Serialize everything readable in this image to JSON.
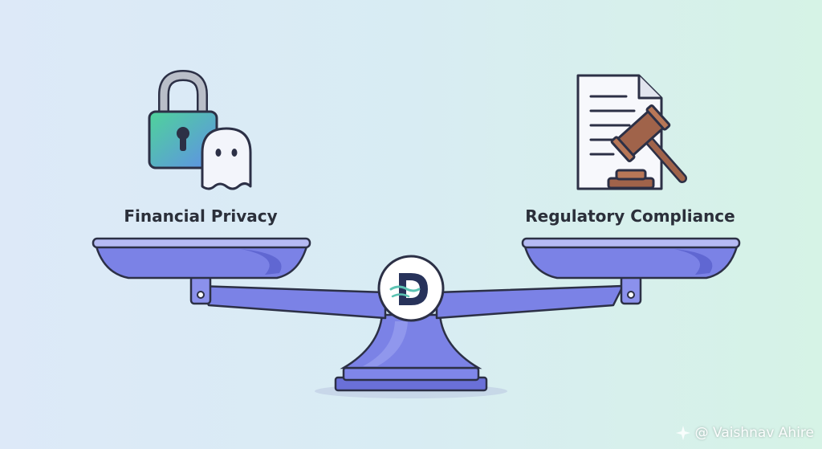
{
  "left_pan": {
    "label": "Financial Privacy",
    "icons": [
      "padlock-icon",
      "ghost-icon"
    ]
  },
  "right_pan": {
    "label": "Regulatory Compliance",
    "icons": [
      "document-icon",
      "gavel-icon"
    ]
  },
  "center_logo": {
    "letter": "D"
  },
  "watermark": {
    "text": "@ Vaishnav Ahire",
    "icon": "sparkle-icon"
  },
  "colors": {
    "scale_main": "#7b82e6",
    "scale_light": "#9aa0ef",
    "scale_dark": "#4e55c4",
    "outline": "#2c3046",
    "lock_green": "#4fcf9a",
    "lock_blue": "#5aa0e8",
    "gavel_brown": "#a0634a",
    "logo_navy": "#27325a",
    "logo_teal": "#5cc3b3"
  }
}
